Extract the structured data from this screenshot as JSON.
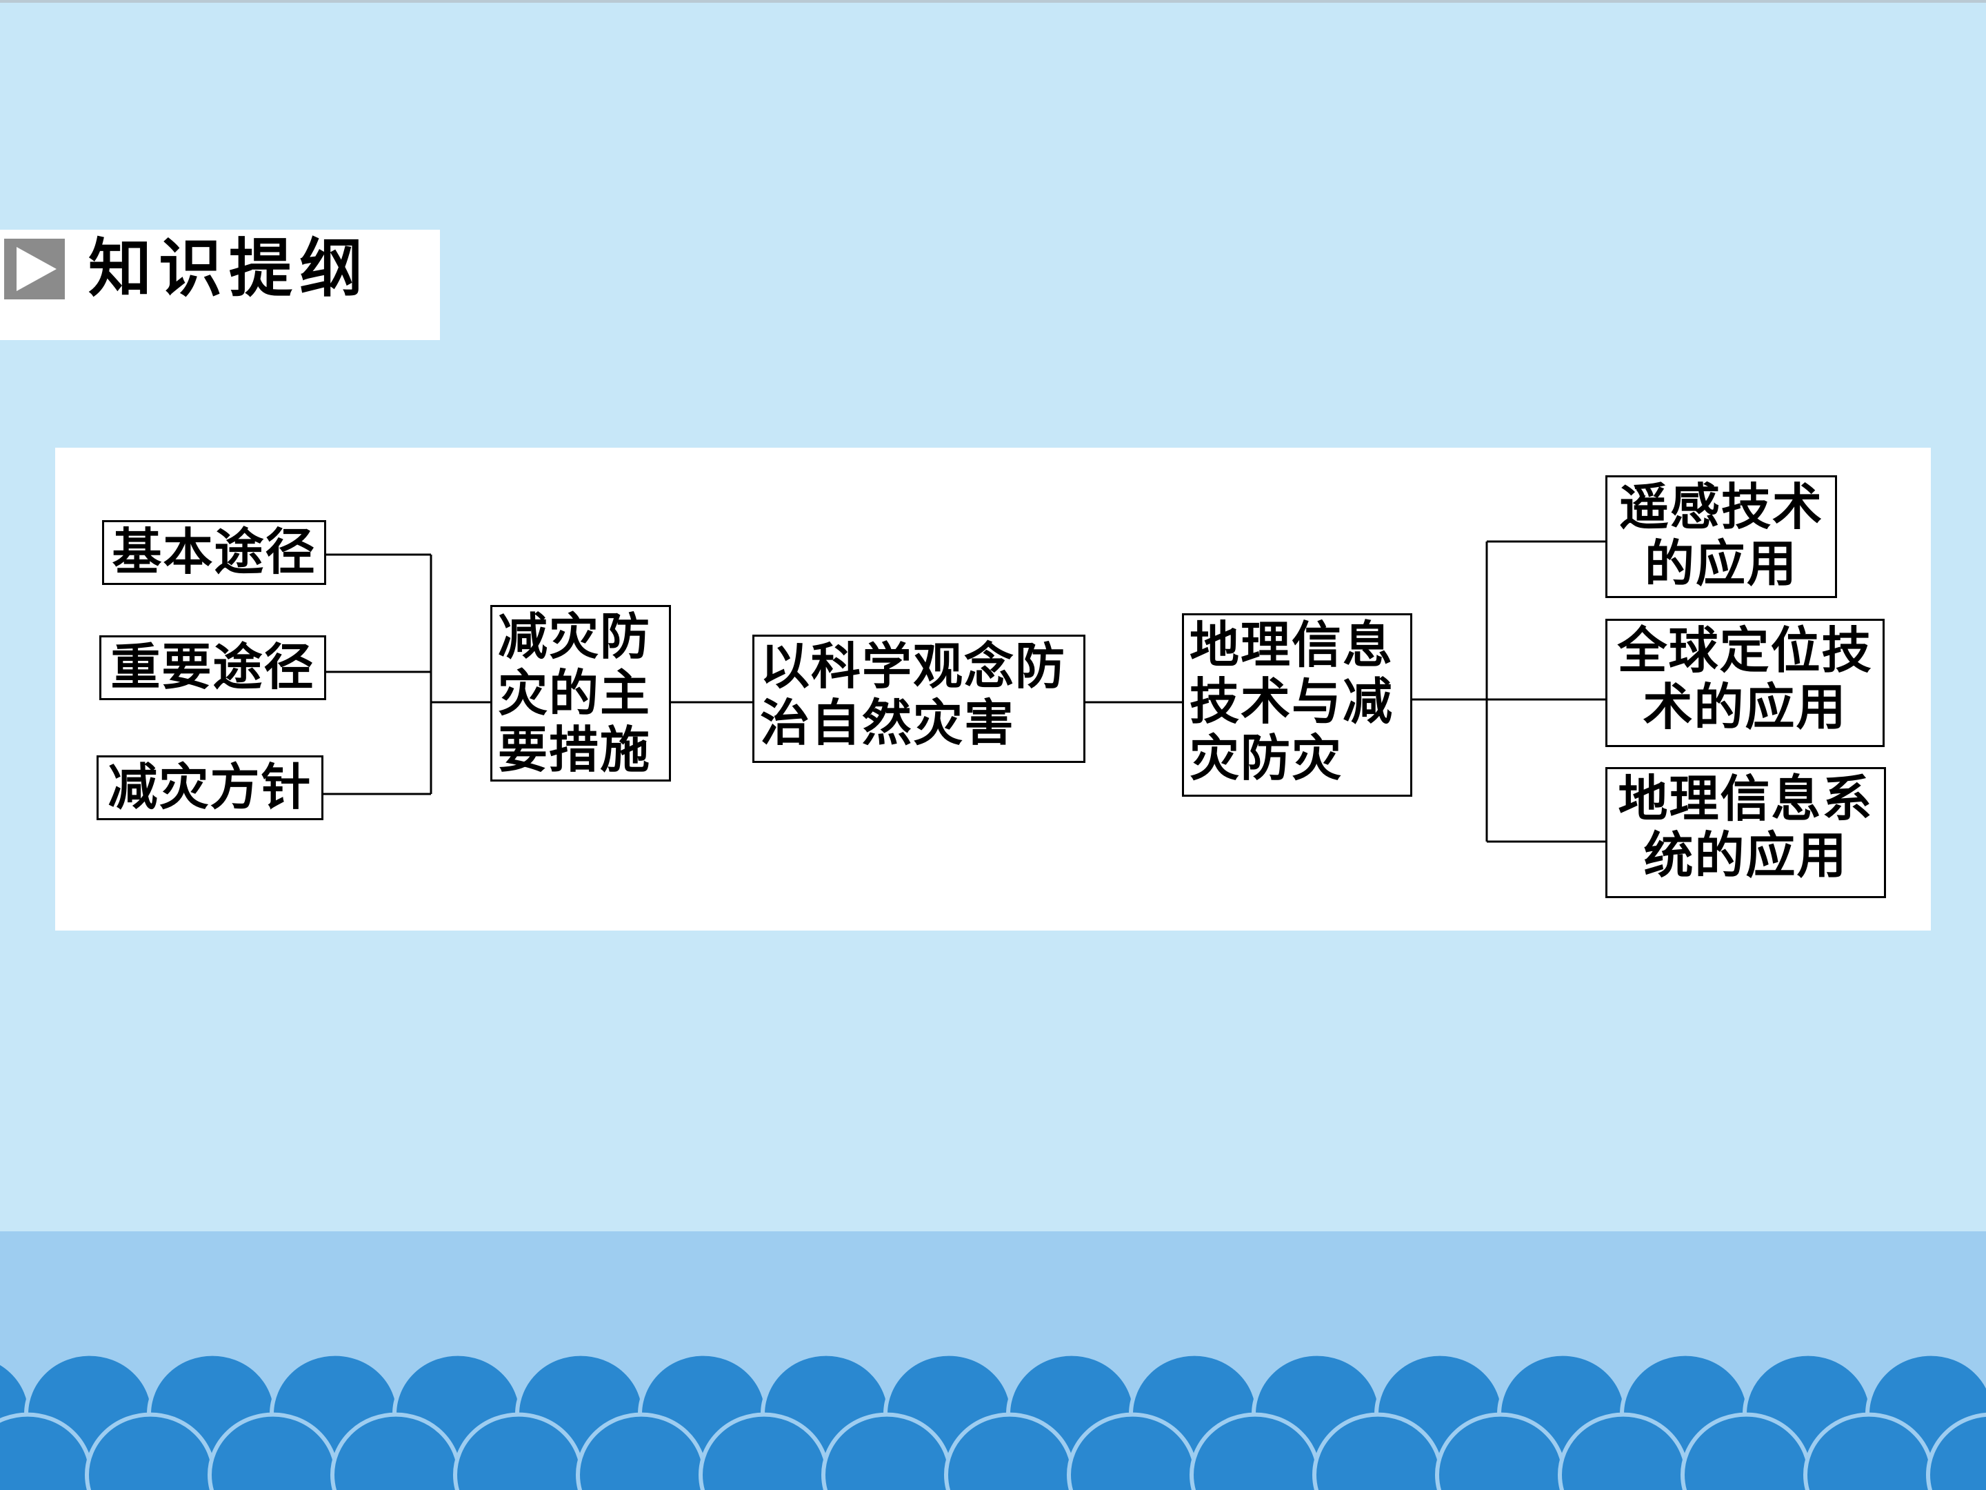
{
  "header": {
    "title": "知识提纲",
    "icon": "play-triangle-icon"
  },
  "diagram": {
    "left_nodes": [
      {
        "label": "基本途径"
      },
      {
        "label": "重要途径"
      },
      {
        "label": "减灾方针"
      }
    ],
    "center_nodes": [
      {
        "label": "减灾防灾的主要措施"
      },
      {
        "label": "以科学观念防治自然灾害"
      },
      {
        "label": "地理信息技术与减灾防灾"
      }
    ],
    "right_nodes": [
      {
        "label": "遥感技术的应用"
      },
      {
        "label": "全球定位技术的应用"
      },
      {
        "label": "地理信息系统的应用"
      }
    ]
  },
  "colors": {
    "sky": "#c7e7f8",
    "ground": "#9ecdf0",
    "wave": "#2a88d0",
    "panel": "#ffffff",
    "arrow_gray": "#8b8b8b"
  }
}
